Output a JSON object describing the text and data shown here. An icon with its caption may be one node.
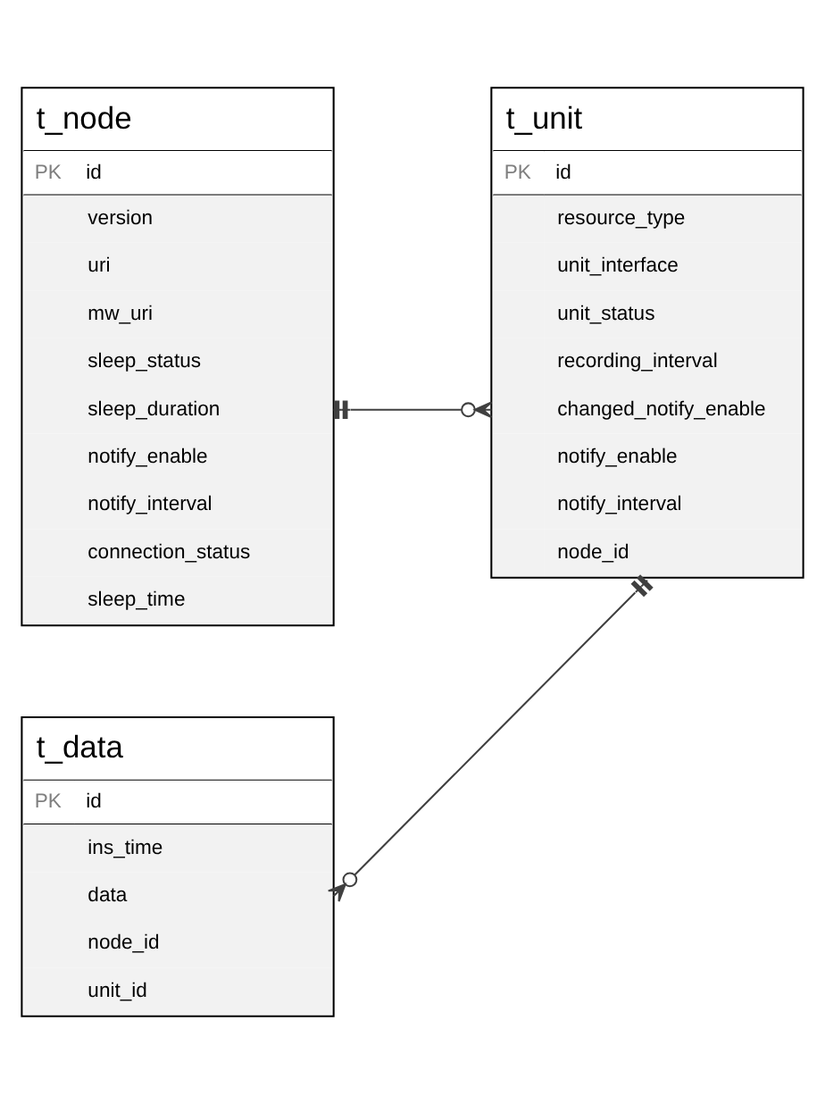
{
  "diagram": {
    "nodes": [
      {
        "text": [
          "t_node",
          "PK",
          "id",
          "version",
          "uri",
          "mw_uri",
          "sleep_status",
          "sleep_duration",
          "notify_enable",
          "notify_interval",
          "connection_status",
          "sleep_time"
        ]
      },
      {
        "text": [
          "t_unit",
          "PK",
          "id",
          "resource_type",
          "unit_interface",
          "unit_status",
          "recording_interval",
          "changed_notify_enable",
          "notify_enable",
          "notify_interval",
          "node_id"
        ]
      },
      {
        "text": [
          "t_data",
          "PK",
          "id",
          "ins_time",
          "data",
          "node_id",
          "unit_id"
        ]
      }
    ],
    "edges": [
      {
        "from": 0,
        "to": 1,
        "arrow": "other"
      },
      {
        "from": 1,
        "to": 2,
        "arrow": "other"
      }
    ]
  }
}
